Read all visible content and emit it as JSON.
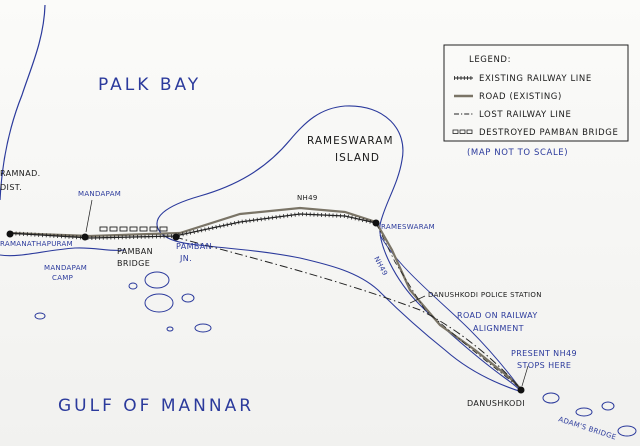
{
  "water_labels": {
    "palk_bay": "PALK BAY",
    "gulf_of_mannar": "GULF OF MANNAR"
  },
  "places": {
    "ramnad_1": "RAMNAD.",
    "ramnad_2": "DIST.",
    "mandapam": "MANDAPAM",
    "ramanathapuram": "RAMANATHAPURAM",
    "mandapam_camp_1": "MANDAPAM",
    "mandapam_camp_2": "CAMP",
    "pamban_bridge_1": "PAMBAN",
    "pamban_bridge_2": "BRIDGE",
    "pamban_jn_1": "PAMBAN",
    "pamban_jn_2": "JN.",
    "rameswaram_island_1": "RAMESWARAM",
    "rameswaram_island_2": "ISLAND",
    "rameswaram": "RAMESWARAM",
    "nh49_top": "NH49",
    "nh49_side": "NH49",
    "police_station": "DANUSHKODI POLICE STATION",
    "road_on_rail_1": "ROAD ON RAILWAY",
    "road_on_rail_2": "ALIGNMENT",
    "present_nh49_1": "PRESENT NH49",
    "present_nh49_2": "STOPS HERE",
    "danushkodi": "DANUSHKODI",
    "adams_bridge": "ADAM'S BRIDGE"
  },
  "legend": {
    "title": "LEGEND:",
    "items": [
      "EXISTING RAILWAY LINE",
      "ROAD (EXISTING)",
      "LOST RAILWAY LINE",
      "DESTROYED PAMBAN BRIDGE"
    ],
    "note": "(MAP NOT TO SCALE)"
  },
  "colors": {
    "paper": "#f6f6f4",
    "coast": "#2b3a9c",
    "road": "#7a7466",
    "rail": "#222222",
    "label_blue": "#2b3a9c",
    "label_black": "#1a1a1a"
  }
}
